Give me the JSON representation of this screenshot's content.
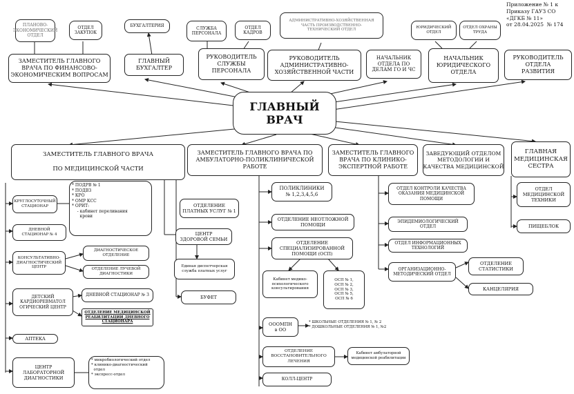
{
  "header": {
    "line1": "Приложение № 1 к",
    "line2": "Приказу ГАУЗ СО",
    "line3": "«ДГКБ № 11»",
    "line4": "от 28.04.2025  № 174"
  },
  "chief": {
    "line1": "ГЛАВНЫЙ",
    "line2": "ВРАЧ"
  },
  "top_sub": {
    "plan": "ПЛАНОВО-\nЭКОНОМИЧЕСКИЙ\nОТДЕЛ",
    "procure": "ОТДЕЛ\nЗАКУПОК",
    "accounting": "БУХГАЛТЕРИЯ",
    "hr_service": "СЛУЖБА\nПЕРСОНАЛА",
    "hr_dept": "ОТДЕЛ\nКАДРОВ",
    "admin_part": "АДМИНИСТРАТИВНО-ХОЗЯЙСТВЕННАЯ\nЧАСТЬ ПРОИЗВОДСТВЕННО-\nТЕХНИЧЕСКИЙ ОТДЕЛ",
    "legal": "ЮРИДИЧЕСКИЙ\nОТДЕЛ",
    "labor": "ОТДЕЛ ОХРАНЫ\nТРУДА"
  },
  "top_main": {
    "fin": "ЗАМЕСТИТЕЛЬ ГЛАВНОГО\nВРАЧА ПО ФИНАНСОВО-\nЭКОНОМИЧЕСКИМ ВОПРОСАМ",
    "chief_acc": "ГЛАВНЫЙ\nБУХГАЛТЕР",
    "hr_head": "РУКОВОДИТЕЛЬ\nСЛУЖБЫ\nПЕРСОНАЛА",
    "admin_head": "РУКОВОДИТЕЛЬ\nАДМИНИСТРАТИВНО-\nХОЗЯЙСТВЕННОЙ ЧАСТИ",
    "go_head": "НАЧАЛЬНИК\nОТДЕЛА ПО\nДЕЛАМ ГО И ЧС",
    "legal_head": "НАЧАЛЬНИК\nЮРИДИЧЕСКОГО\nОТДЕЛА",
    "dev_head": "РУКОВОДИТЕЛЬ\nОТДЕЛА\nРАЗВИТИЯ"
  },
  "second_row": {
    "med": "ЗАМЕСТИТЕЛЬ ГЛАВНОГО ВРАЧА\n\nПО МЕДИЦИНСКОЙ ЧАСТИ",
    "amb": "ЗАМЕСТИТЕЛЬ ГЛАВНОГО ВРАЧА ПО\nАМБУЛАТОРНО-ПОЛИКЛИНИЧЕСКОЙ\nРАБОТЕ",
    "clin": "ЗАМЕСТИТЕЛЬ ГЛАВНОГО\nВРАЧА ПО КЛИНИКО-\nЭКСПЕРТНОЙ РАБОТЕ",
    "method": "ЗАВЕДУЮЩИЙ ОТДЕЛОМ\nМЕТОДОЛОГИИ И\nКАЧЕСТВА МЕДИЦИНСКОЙ",
    "nurse": "ГЛАВНАЯ\nМЕДИЦИНСКАЯ\nСЕСТРА"
  },
  "med_branch": {
    "round_clock": "КРУГЛОСУТОЧНЫЙ\nСТАЦИОНАР",
    "round_list": "* ПОДРВ № 1\n* ПОДВЗ\n* КРО\n* ОМР КСС\n* ОРИТ:\n    - кабинет переливания\n      крови",
    "day4": "ДНЕВНОЙ\nСТАЦИОНАР № 4",
    "kdc": "КОНСУЛЬТАТИВНО-\nДИАГНОСТИЧЕСКИЙ\nЦЕНТР",
    "diag": "ДИАГНОСТИЧЕСКОЕ\nОТДЕЛЕНИЕ",
    "ray": "ОТДЕЛЕНИЕ ЛУЧЕВОЙ\nДИАГНОСТИКИ",
    "cardio": "ДЕТСКИЙ\nКАРДИОРЕВМАТОЛ\nОГИЧЕСКИЙ ЦЕНТР",
    "day3": "ДНЕВНОЙ СТАЦИОНАР № 3",
    "rehab": "ОТДЕЛЕНИЕ МЕДИЦИНСКОЙ\nРЕАБИЛИТАЦИИ ДНЕВНОГО\nСТАЦИОНАРА",
    "pharmacy": "АПТЕКА",
    "lab": "ЦЕНТР\nЛАБОРАТОРНОЙ\nДИАГНОСТИКИ",
    "lab_list": "* микробиологический отдел\n* клинико-диагностический\n  отдел\n* экспресс-отдел"
  },
  "amb_branch": {
    "paid": "ОТДЕЛЕНИЕ\nПЛАТНЫХ УСЛУГ № 1",
    "family": "ЦЕНТР\nЗДОРОВОЙ СЕМЬИ",
    "dispatch": "Единая диспетчерская\nслужба платных услуг",
    "buffet": "БУФЕТ",
    "poly": "ПОЛИКЛИНИКИ\n№ 1,2,3,4,5,6",
    "urgent": "ОТДЕЛЕНИЕ НЕОТЛОЖНОЙ\nПОМОЩИ",
    "osp": "ОТДЕЛЕНИЕ\nСПЕЦИАЛИЗИРОВАННОЙ\nПОМОЩИ (ОСП)",
    "psy": "Кабинет медико-\nпсихологического\nконсультирования",
    "osp_list": "ОСП № 1,\nОСП № 2,\nОСП № 3,\nОСП № 5,\nОСП № 6",
    "ooompn": "ОООМПН\nв ОО",
    "ooompn_list": "* ШКОЛЬНЫЕ ОТДЕЛЕНИЯ № 1, № 2\n* ДОШКОЛЬНЫЕ ОТДЕЛЕНИЯ № 1, №2",
    "recovery": "ОТДЕЛЕНИЕ\nВОССТАНОВИТЕЛЬНОГО\nЛЕЧЕНИЯ",
    "amb_rehab": "Кабинет амбулаторной\nмедицинской реабилитации",
    "call": "КОЛЛ-ЦЕНТР"
  },
  "clin_branch": {
    "quality": "ОТДЕЛ КОНТРОЛИ КАЧЕСТВА\nОКАЗАНИЯ МЕДИЦИНСКОЙ\nПОМОЩИ",
    "epid": "ЭПИДЕМИОЛОГИЧЕСКИЙ\nОТДЕЛ",
    "it": "ОТДЕЛ ИНФОРМАЦИОННЫХ\nТЕХНОЛОГИЙ",
    "org": "ОРГАНИЗАЦИОННО-\nМЕТОДИЧЕСКИЙ ОТДЕЛ",
    "stats": "ОТДЕЛЕНИЕ\nСТАТИСТИКИ",
    "office": "КАНЦЕЛЯРИЯ"
  },
  "nurse_branch": {
    "tech": "ОТДЕЛ\nМЕДИЦИНСКОЙ\nТЕХНИКИ",
    "food": "ПИЩЕБЛОК"
  }
}
